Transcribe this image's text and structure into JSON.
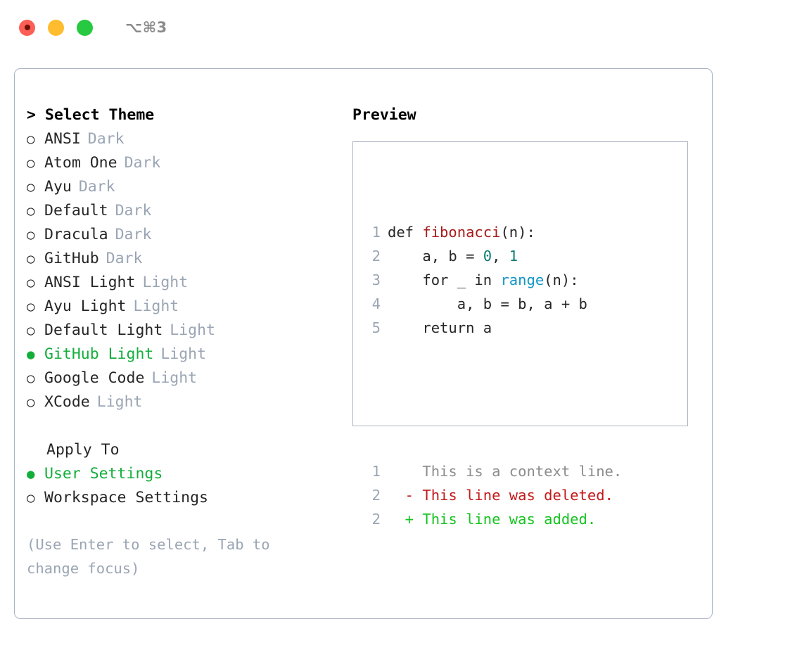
{
  "titlebar": {
    "shortcut": "⌥⌘3",
    "lights": [
      {
        "name": "close-button",
        "color": "#fd5e55"
      },
      {
        "name": "minimize-button",
        "color": "#febc2e"
      },
      {
        "name": "maximize-button",
        "color": "#26c940"
      }
    ]
  },
  "theme_picker": {
    "header": "> Select Theme",
    "selected_bullet": "●",
    "unselected_bullet": "○",
    "items": [
      {
        "label": "ANSI",
        "tag": "Dark",
        "selected": false
      },
      {
        "label": "Atom One",
        "tag": "Dark",
        "selected": false
      },
      {
        "label": "Ayu",
        "tag": "Dark",
        "selected": false
      },
      {
        "label": "Default",
        "tag": "Dark",
        "selected": false
      },
      {
        "label": "Dracula",
        "tag": "Dark",
        "selected": false
      },
      {
        "label": "GitHub",
        "tag": "Dark",
        "selected": false
      },
      {
        "label": "ANSI Light",
        "tag": "Light",
        "selected": false
      },
      {
        "label": "Ayu Light",
        "tag": "Light",
        "selected": false
      },
      {
        "label": "Default Light",
        "tag": "Light",
        "selected": false
      },
      {
        "label": "GitHub Light",
        "tag": "Light",
        "selected": true
      },
      {
        "label": "Google Code",
        "tag": "Light",
        "selected": false
      },
      {
        "label": "XCode",
        "tag": "Light",
        "selected": false
      }
    ]
  },
  "apply_to": {
    "label": "Apply To",
    "items": [
      {
        "label": "User Settings",
        "selected": true
      },
      {
        "label": "Workspace Settings",
        "selected": false
      }
    ]
  },
  "hint": "(Use Enter to select, Tab to change focus)",
  "preview": {
    "title": "Preview",
    "code_lines": [
      {
        "num": "1",
        "tokens": [
          {
            "t": "def ",
            "c": "plain"
          },
          {
            "t": "fibonacci",
            "c": "fn"
          },
          {
            "t": "(n):",
            "c": "plain"
          }
        ]
      },
      {
        "num": "2",
        "tokens": [
          {
            "t": "    a, b = ",
            "c": "plain"
          },
          {
            "t": "0",
            "c": "num"
          },
          {
            "t": ", ",
            "c": "plain"
          },
          {
            "t": "1",
            "c": "num"
          }
        ]
      },
      {
        "num": "3",
        "tokens": [
          {
            "t": "    for _ in ",
            "c": "plain"
          },
          {
            "t": "range",
            "c": "call"
          },
          {
            "t": "(n):",
            "c": "plain"
          }
        ]
      },
      {
        "num": "4",
        "tokens": [
          {
            "t": "        a, b = b, a + b",
            "c": "plain"
          }
        ]
      },
      {
        "num": "5",
        "tokens": [
          {
            "t": "    return a",
            "c": "plain"
          }
        ]
      }
    ],
    "diff_lines": [
      {
        "num": "1",
        "marker": " ",
        "text": "This is a context line.",
        "kind": "ctx"
      },
      {
        "num": "2",
        "marker": "-",
        "text": "This line was deleted.",
        "kind": "del"
      },
      {
        "num": "2",
        "marker": "+",
        "text": "This line was added.",
        "kind": "add"
      }
    ]
  },
  "colors": {
    "accent_green": "#14ae3c",
    "muted": "#9aa5b4",
    "border": "#aab4c2",
    "fn_red": "#a61b1b",
    "num_teal": "#0d7c72",
    "call_blue": "#1296c4",
    "diff_add": "#16c221",
    "diff_del": "#c31919"
  }
}
